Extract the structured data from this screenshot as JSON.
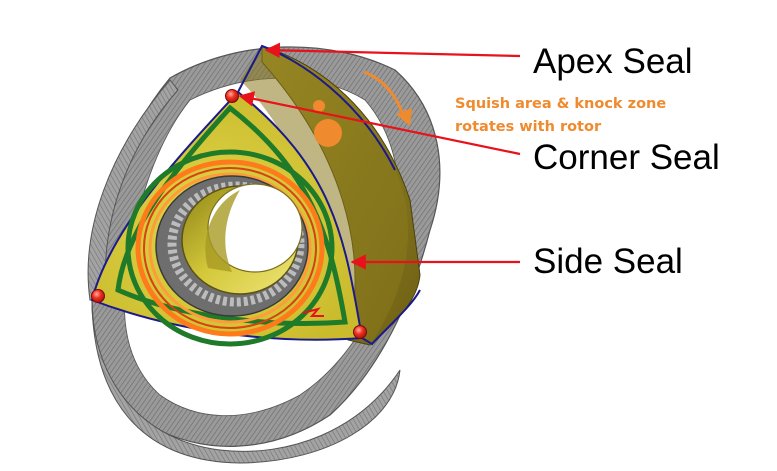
{
  "labels": {
    "apex_seal": "Apex Seal",
    "corner_seal": "Corner Seal",
    "side_seal": "Side Seal"
  },
  "annotation": {
    "line1": "Squish area & knock zone",
    "line2": "rotates with rotor"
  },
  "colors": {
    "arrow": "#e8121a",
    "annotation": "#f08a2e",
    "rotor_face": "#d6c93a",
    "rotor_side": "#8a7a1e",
    "housing": "#8c8c8c",
    "seal_line": "#1a1a8c",
    "side_seal_green": "#1f7a2a",
    "side_seal_orange": "#ff7a1a",
    "gear": "#6e6e6e"
  },
  "icons": {
    "corner_seal_marker": "red-circle",
    "rotation_arrow": "curved-arrow"
  }
}
